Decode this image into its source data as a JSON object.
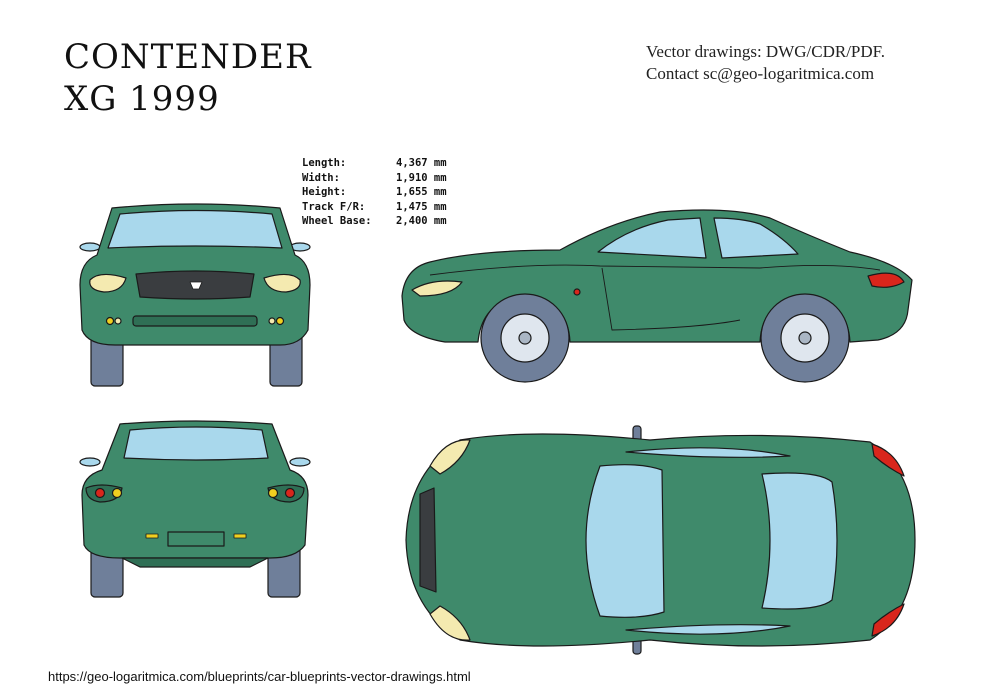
{
  "title": {
    "line1": "CONTENDER",
    "line2": "XG 1999"
  },
  "contact": {
    "line1": "Vector drawings: DWG/CDR/PDF.",
    "line2": "Contact sc@geo-logaritmica.com"
  },
  "specs": [
    {
      "label": "Length:",
      "value": "4,367 mm"
    },
    {
      "label": "Width:",
      "value": "1,910 mm"
    },
    {
      "label": "Height:",
      "value": "1,655 mm"
    },
    {
      "label": "Track F/R:",
      "value": "1,475 mm"
    },
    {
      "label": "Wheel Base:",
      "value": "2,400 mm"
    }
  ],
  "footer_url": "https://geo-logaritmica.com/blueprints/car-blueprints-vector-drawings.html",
  "colors": {
    "body": "#3f8a6b",
    "body_dark": "#2f6f55",
    "glass": "#a9d8ec",
    "tire": "#6f7f9a",
    "outline": "#1a1a1a",
    "tail_light": "#d9261c",
    "indicator": "#f0d020",
    "headlight": "#f4eab0"
  }
}
